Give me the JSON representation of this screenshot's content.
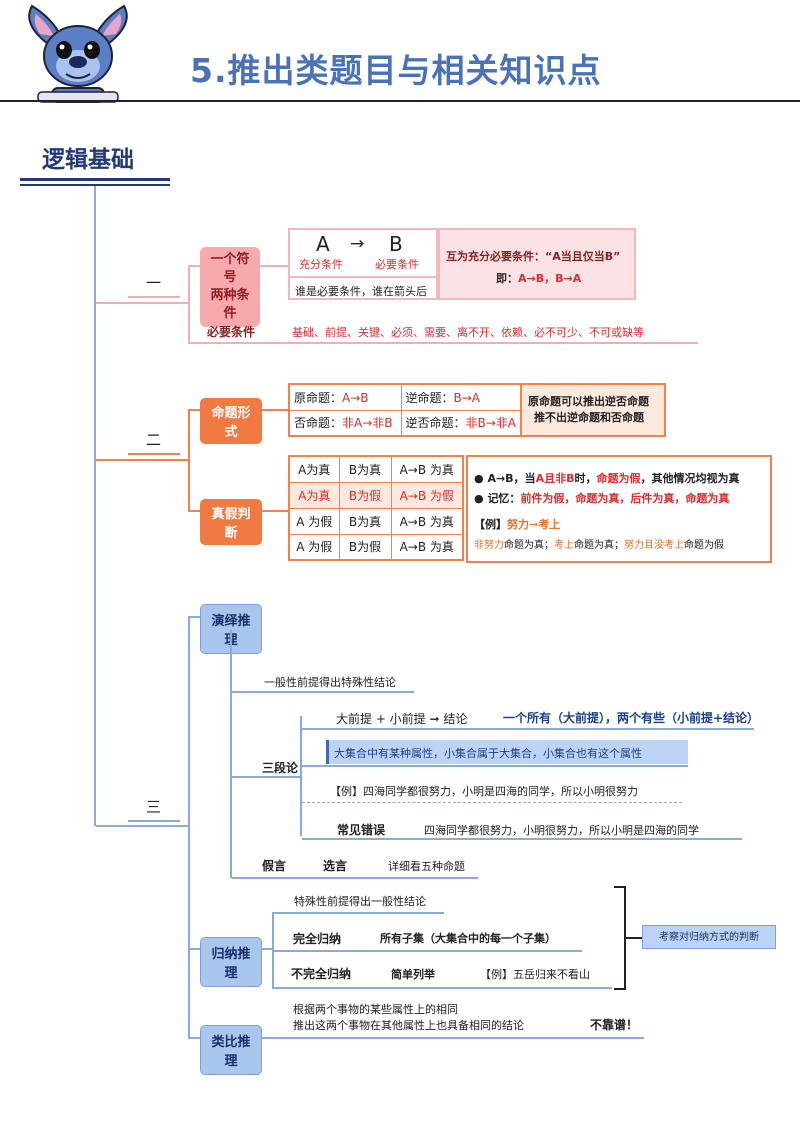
{
  "header": {
    "title": "5.推出类题目与相关知识点"
  },
  "section_title": "逻辑基础",
  "one": {
    "number": "一",
    "label_line1": "一个符号",
    "label_line2": "两种条件",
    "formula_a": "A",
    "formula_arrow": "→",
    "formula_b": "B",
    "sufficient": "充分条件",
    "necessary": "必要条件",
    "who_necessary": "谁是必要条件，谁在箭头后",
    "mutual": "互为充分必要条件：“A当且仅当B”",
    "mutual_prefix": "即：",
    "mutual_formula": "A→B，B→A",
    "necessary_label": "必要条件",
    "necessary_words": "基础、前提、关键、必须、需要、离不开、依赖、必不可少、不可或缺等"
  },
  "two": {
    "number": "二",
    "prop_label": "命题形式",
    "orig_label": "原命题：",
    "orig_val": "A→B",
    "conv_label": "逆命题：",
    "conv_val": "B→A",
    "neg_label": "否命题：",
    "neg_val": "非A→非B",
    "contra_label": "逆否命题：",
    "contra_val": "非B→非A",
    "note_line1": "原命题可以推出逆否命题",
    "note_line2": "推不出逆命题和否命题",
    "truth_label": "真假判断",
    "truth_rows": [
      [
        "A为真",
        "B为真",
        "A→B 为真"
      ],
      [
        "A为真",
        "B为假",
        "A→B 为假"
      ],
      [
        "A 为假",
        "B为真",
        "A→B 为真"
      ],
      [
        "A 为假",
        "B为假",
        "A→B 为真"
      ]
    ],
    "bullet1_a": "A→B，当",
    "bullet1_b": "A且非B",
    "bullet1_c": "时，",
    "bullet1_d": "命题为假",
    "bullet1_e": "，其他情况均视为真",
    "bullet2_a": "记忆：",
    "bullet2_b": "前件为假，命题为真，后件为真，命题为真",
    "example_tag": "【例】",
    "example_formula": "努力→考上",
    "example2_a": "非努力",
    "example2_b": "命题为真；",
    "example2_c": "考上",
    "example2_d": "命题为真；",
    "example2_e": "努力且没考上",
    "example2_f": "命题为假"
  },
  "three": {
    "number": "三",
    "deduction": "演绎推理",
    "deduction_def": "一般性前提得出特殊性结论",
    "syllogism": "三段论",
    "syl_formula": "大前提 + 小前提 ➞ 结论",
    "syl_all": "一个所有（大前提），两个有些（小前提+结论）",
    "syl_highlight": "大集合中有某种属性，小集合属于大集合，小集合也有这个属性",
    "syl_example": "【例】四海同学都很努力，小明是四海的同学，所以小明很努力",
    "common_error": "常见错误",
    "common_error_text": "四海同学都很努力，小明很努力，所以小明是四海的同学",
    "hypothesis": "假言",
    "choice": "选言",
    "detail": "详细看五种命题",
    "induction": "归纳推理",
    "induction_def": "特殊性前提得出一般性结论",
    "complete": "完全归纳",
    "complete_text": "所有子集（大集合中的每一个子集）",
    "incomplete": "不完全归纳",
    "incomplete_text": "简单列举",
    "incomplete_example": "【例】五岳归来不看山",
    "exam_focus": "考察对归纳方式的判断",
    "analogy": "类比推理",
    "analogy_line1": "根据两个事物的某些属性上的相同",
    "analogy_line2": "推出这两个事物在其他属性上也具备相同的结论",
    "unreliable": "不靠谱！"
  },
  "colors": {
    "title": "#4a72b8",
    "navy": "#233a7a",
    "orange": "#f07a42",
    "pink": "#f7a9ad",
    "blue": "#a8c6ee",
    "red": "#d62f2f"
  }
}
